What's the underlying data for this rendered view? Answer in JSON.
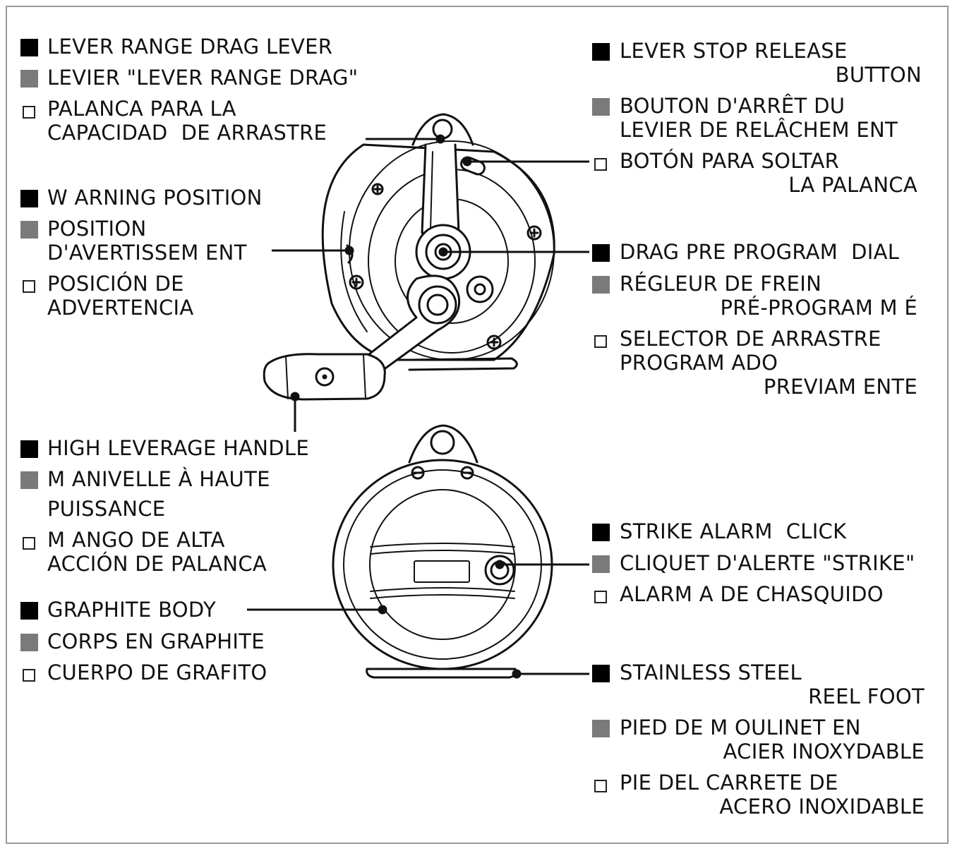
{
  "legend": {
    "en_color": "#000000",
    "fr_color": "#7a7a7a",
    "es_color": "#ffffff"
  },
  "labels": {
    "lever_range_drag_lever": {
      "en": "LEVER RANGE DRAG LEVER",
      "fr": "LEVIER \"LEVER RANGE DRAG\"",
      "es_1": "PALANCA PARA LA",
      "es_2": "CAPACIDAD  DE ARRASTRE"
    },
    "warning_position": {
      "en": "W ARNING POSITION",
      "fr_1": "POSITION",
      "fr_2": "D'AVERTISSEM ENT",
      "es_1": "POSICIÓN DE",
      "es_2": "ADVERTENCIA"
    },
    "high_leverage_handle": {
      "en": "HIGH LEVERAGE HANDLE",
      "fr_1": "M ANIVELLE À HAUTE",
      "fr_2": "PUISSANCE",
      "es_1": "M ANGO DE ALTA",
      "es_2": "ACCIÓN DE PALANCA"
    },
    "graphite_body": {
      "en": "GRAPHITE BODY",
      "fr": "CORPS EN GRAPHITE",
      "es": "CUERPO DE GRAFITO"
    },
    "lever_stop_release_button": {
      "en_1": "LEVER STOP RELEASE",
      "en_2": "BUTTON",
      "fr_1": "BOUTON D'ARRÊT DU",
      "fr_2": "LEVIER DE RELÂCHEM ENT",
      "es_1": "BOTÓN PARA SOLTAR",
      "es_2": "LA PALANCA"
    },
    "drag_pre_program_dial": {
      "en": "DRAG PRE PROGRAM  DIAL",
      "fr_1": "RÉGLEUR DE FREIN",
      "fr_2": "PRÉ-PROGRAM M É",
      "es_1": "SELECTOR DE ARRASTRE",
      "es_2": "PROGRAM ADO",
      "es_3": "PREVIAM ENTE"
    },
    "strike_alarm_click": {
      "en": "STRIKE ALARM  CLICK",
      "fr": "CLIQUET D'ALERTE \"STRIKE\"",
      "es": "ALARM A DE CHASQUIDO"
    },
    "stainless_steel_reel_foot": {
      "en_1": "STAINLESS STEEL",
      "en_2": "REEL FOOT",
      "fr_1": "PIED DE M OULINET EN",
      "fr_2": "ACIER INOXYDABLE",
      "es_1": "PIE DEL CARRETE DE",
      "es_2": "ACERO INOXIDABLE"
    }
  }
}
